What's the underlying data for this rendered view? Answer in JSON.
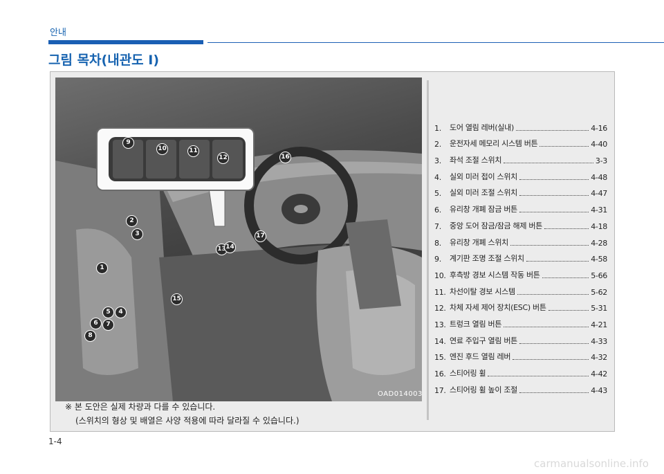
{
  "header": {
    "section_label": "안내",
    "page_title": "그림 목차(내관도 I)",
    "bar_color": "#1a5fb4"
  },
  "figure": {
    "photo_code": "OAD014003",
    "callouts": [
      "1",
      "2",
      "3",
      "4",
      "5",
      "6",
      "7",
      "8",
      "9",
      "10",
      "11",
      "12",
      "13",
      "14",
      "15",
      "16",
      "17"
    ]
  },
  "toc": [
    {
      "num": "1.",
      "label": "도어 열림 레버(실내)",
      "page": "4-16"
    },
    {
      "num": "2.",
      "label": "운전자세 메모리 시스템 버튼",
      "page": "4-40"
    },
    {
      "num": "3.",
      "label": "좌석 조절 스위치",
      "page": "3-3"
    },
    {
      "num": "4.",
      "label": "실외 미러 접이 스위치",
      "page": "4-48"
    },
    {
      "num": "5.",
      "label": "실외 미러 조절 스위치",
      "page": "4-47"
    },
    {
      "num": "6.",
      "label": "유리창 개폐 잠금 버튼",
      "page": "4-31"
    },
    {
      "num": "7.",
      "label": "중앙 도어 잠금/잠금 해제 버튼",
      "page": "4-18"
    },
    {
      "num": "8.",
      "label": "유리창 개폐 스위치",
      "page": "4-28"
    },
    {
      "num": "9.",
      "label": "계기판 조명 조절 스위치",
      "page": "4-58"
    },
    {
      "num": "10.",
      "label": "후측방 경보 시스템 작동 버튼",
      "page": "5-66"
    },
    {
      "num": "11.",
      "label": "차선이탈 경보 시스템",
      "page": "5-62"
    },
    {
      "num": "12.",
      "label": "차체 자세 제어 장치(ESC) 버튼",
      "page": "5-31"
    },
    {
      "num": "13.",
      "label": "트렁크 열림 버튼",
      "page": "4-21"
    },
    {
      "num": "14.",
      "label": "연료 주입구 열림 버튼",
      "page": "4-33"
    },
    {
      "num": "15.",
      "label": "엔진 후드 열림 레버",
      "page": "4-32"
    },
    {
      "num": "16.",
      "label": "스티어링 휠",
      "page": "4-42"
    },
    {
      "num": "17.",
      "label": "스티어링 휠 높이 조절",
      "page": "4-43"
    }
  ],
  "note": {
    "line1": "※  본 도안은 실제 차량과 다를 수 있습니다.",
    "line2": "(스위치의 형상 및 배열은 사양 적용에 따라 달라질 수 있습니다.)"
  },
  "footer": {
    "page_number": "1-4",
    "watermark": "carmanualsonline.info"
  }
}
